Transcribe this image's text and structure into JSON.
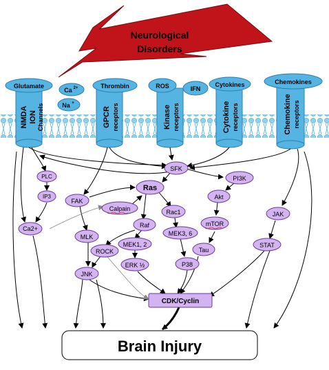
{
  "banner": {
    "line1": "Neurological",
    "line2": "Disorders"
  },
  "receptors": [
    {
      "top_label": "Glutamate",
      "body_lines": [
        "NMDA",
        "ION",
        "Channels"
      ]
    },
    {
      "top_label": "Thrombin",
      "body_lines": [
        "GPCR",
        "receptors"
      ]
    },
    {
      "top_label": "ROS",
      "body_lines": [
        "Kinase",
        "receptors"
      ]
    },
    {
      "top_label": "Cytokines",
      "body_lines": [
        "Cytokine",
        "receptors"
      ]
    },
    {
      "top_label": "Chemokines",
      "body_lines": [
        "Chemokine",
        "receptors"
      ]
    }
  ],
  "ions": {
    "ca": "Ca",
    "ca_sup": "2+",
    "na": "Na",
    "na_sup": "+"
  },
  "ifn": "IFN",
  "nodes": {
    "plc": "PLC",
    "ip3": "IP3",
    "ca2": "Ca2+",
    "fak": "FAK",
    "calpain": "Calpain",
    "ras": "Ras",
    "sfk": "SFK",
    "pi3k": "PI3K",
    "akt": "Akt",
    "mtor": "mTOR",
    "rac1": "Rac1",
    "raf": "Raf",
    "mlk": "MLK",
    "rock": "ROCK",
    "jnk": "JNK",
    "mek12": "MEK1, 2",
    "erk": "ERK ½",
    "mek36": "MEK3, 6",
    "p38": "P38",
    "tau": "Tau",
    "jak": "JAK",
    "stat": "STAT",
    "cdk": "CDK/Cyclin"
  },
  "outcome": "Brain Injury",
  "colors": {
    "receptor": "#56b4e3",
    "receptor_dark": "#2a7fb1",
    "node": "#d3b3f0",
    "node_stroke": "#6a3b93",
    "banner": "#c0141a",
    "membrane": "#8fd2ef"
  }
}
